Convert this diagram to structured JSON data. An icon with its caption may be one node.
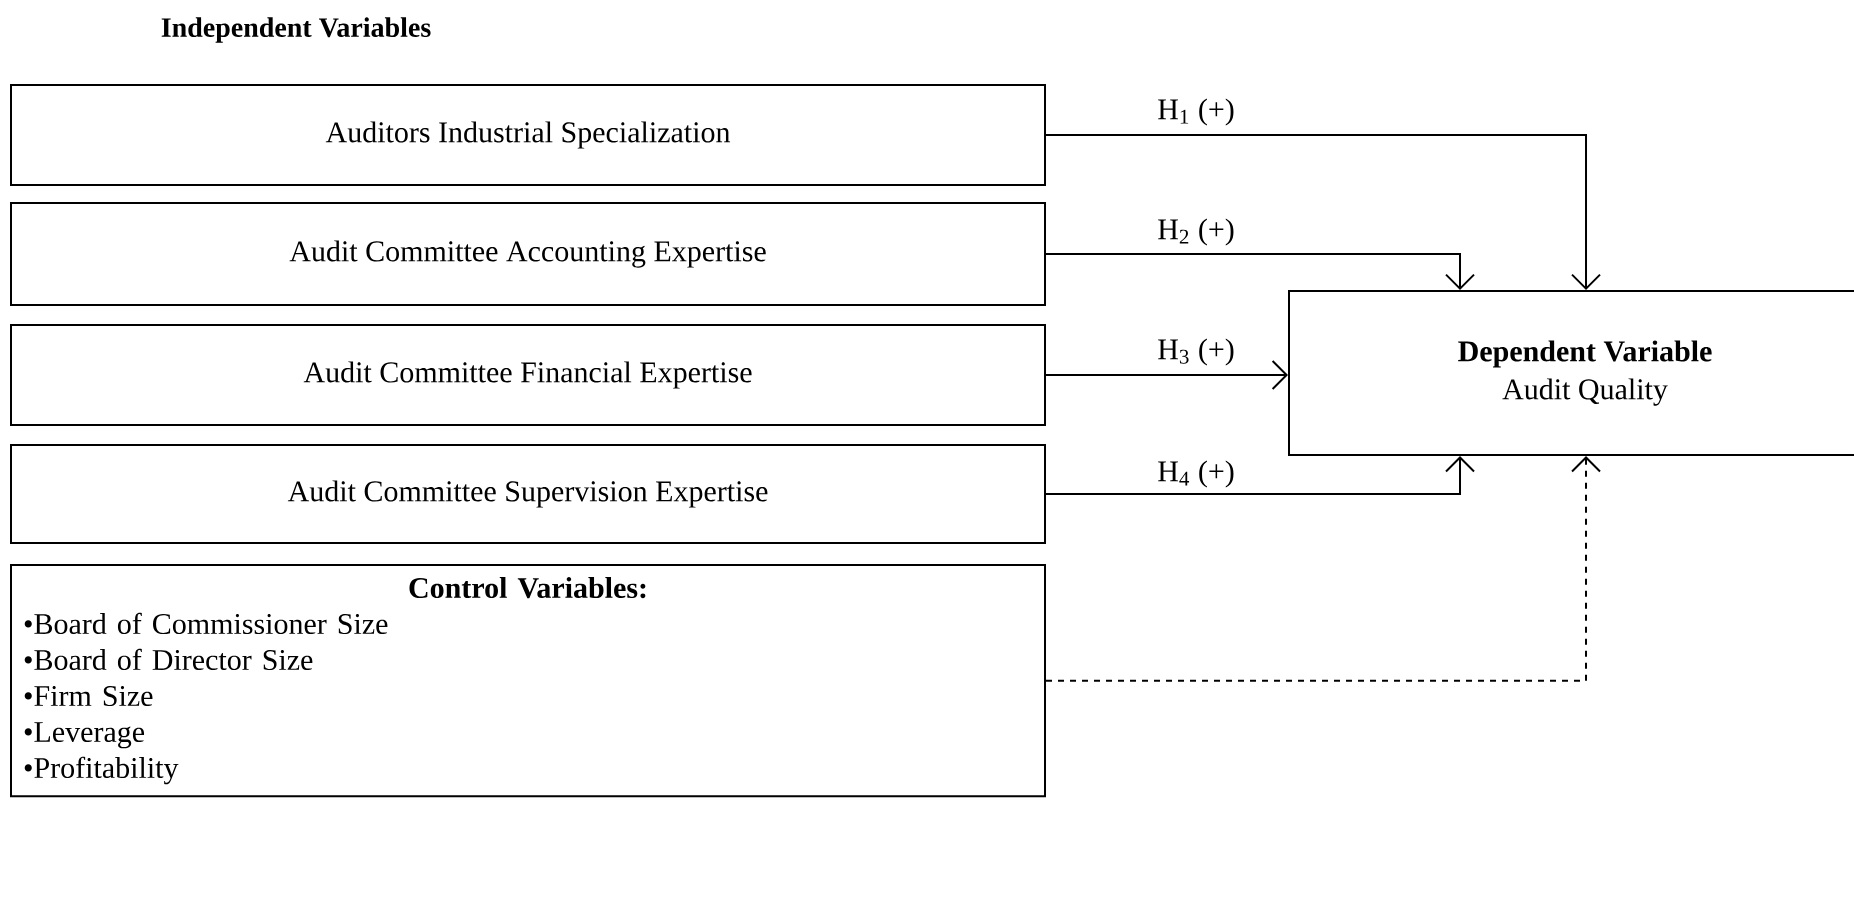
{
  "diagram": {
    "title": "Independent Variables",
    "nodes": [
      {
        "text": [
          "Auditors Industrial Specialization"
        ]
      },
      {
        "text": [
          "Audit Committee Accounting Expertise"
        ]
      },
      {
        "text": [
          "Audit Committee Financial Expertise"
        ]
      },
      {
        "text": [
          "Audit Committee Supervision Expertise"
        ]
      },
      {
        "text": [
          "Dependent Variable",
          "Audit Quality"
        ]
      },
      {
        "text": [
          "Control Variables:",
          "•Board of Commissioner Size",
          "•Board of Director Size",
          "•Firm Size",
          "•Leverage",
          "•Profitability"
        ]
      }
    ],
    "edges": [
      {
        "from": 0,
        "to": 4,
        "arrow": "to",
        "label": "H$_{1}$ (+)"
      },
      {
        "from": 1,
        "to": 4,
        "arrow": "to",
        "label": "H$_{2}$ (+)"
      },
      {
        "from": 2,
        "to": 4,
        "arrow": "to",
        "label": "H$_{3}$ (+)"
      },
      {
        "from": 3,
        "to": 4,
        "arrow": "to",
        "label": "H$_{4}$ (+)"
      },
      {
        "from": 5,
        "to": 4,
        "arrow": "to",
        "style": "dashed"
      }
    ]
  }
}
